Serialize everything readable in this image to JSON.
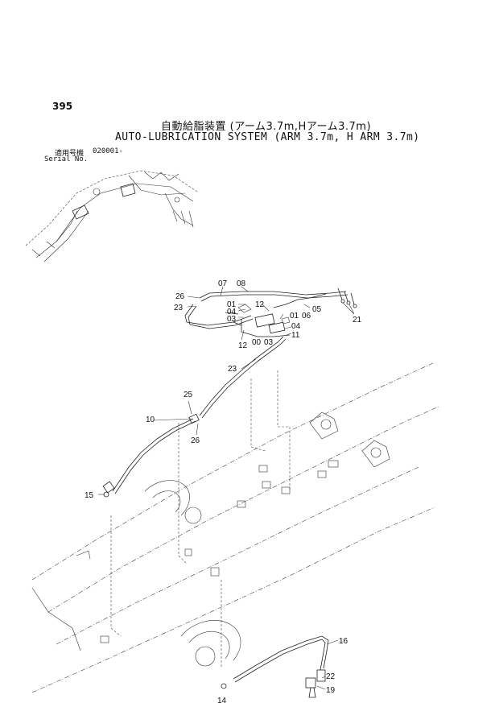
{
  "page_number": "395",
  "title_jp": "自動給脂装置 (アーム3.7m,Hアーム3.7m)",
  "title_en": "AUTO-LUBRICATION SYSTEM (ARM 3.7m, H ARM 3.7m)",
  "serial_label_jp": "適用号機",
  "serial_label_en": "Serial No.",
  "serial_value": "020001-",
  "callouts": [
    "26",
    "07",
    "08",
    "23",
    "01",
    "04",
    "03",
    "12",
    "01",
    "06",
    "05",
    "21",
    "12",
    "00",
    "03",
    "04",
    "11",
    "23",
    "25",
    "10",
    "26",
    "15",
    "16",
    "22",
    "19",
    "14"
  ]
}
